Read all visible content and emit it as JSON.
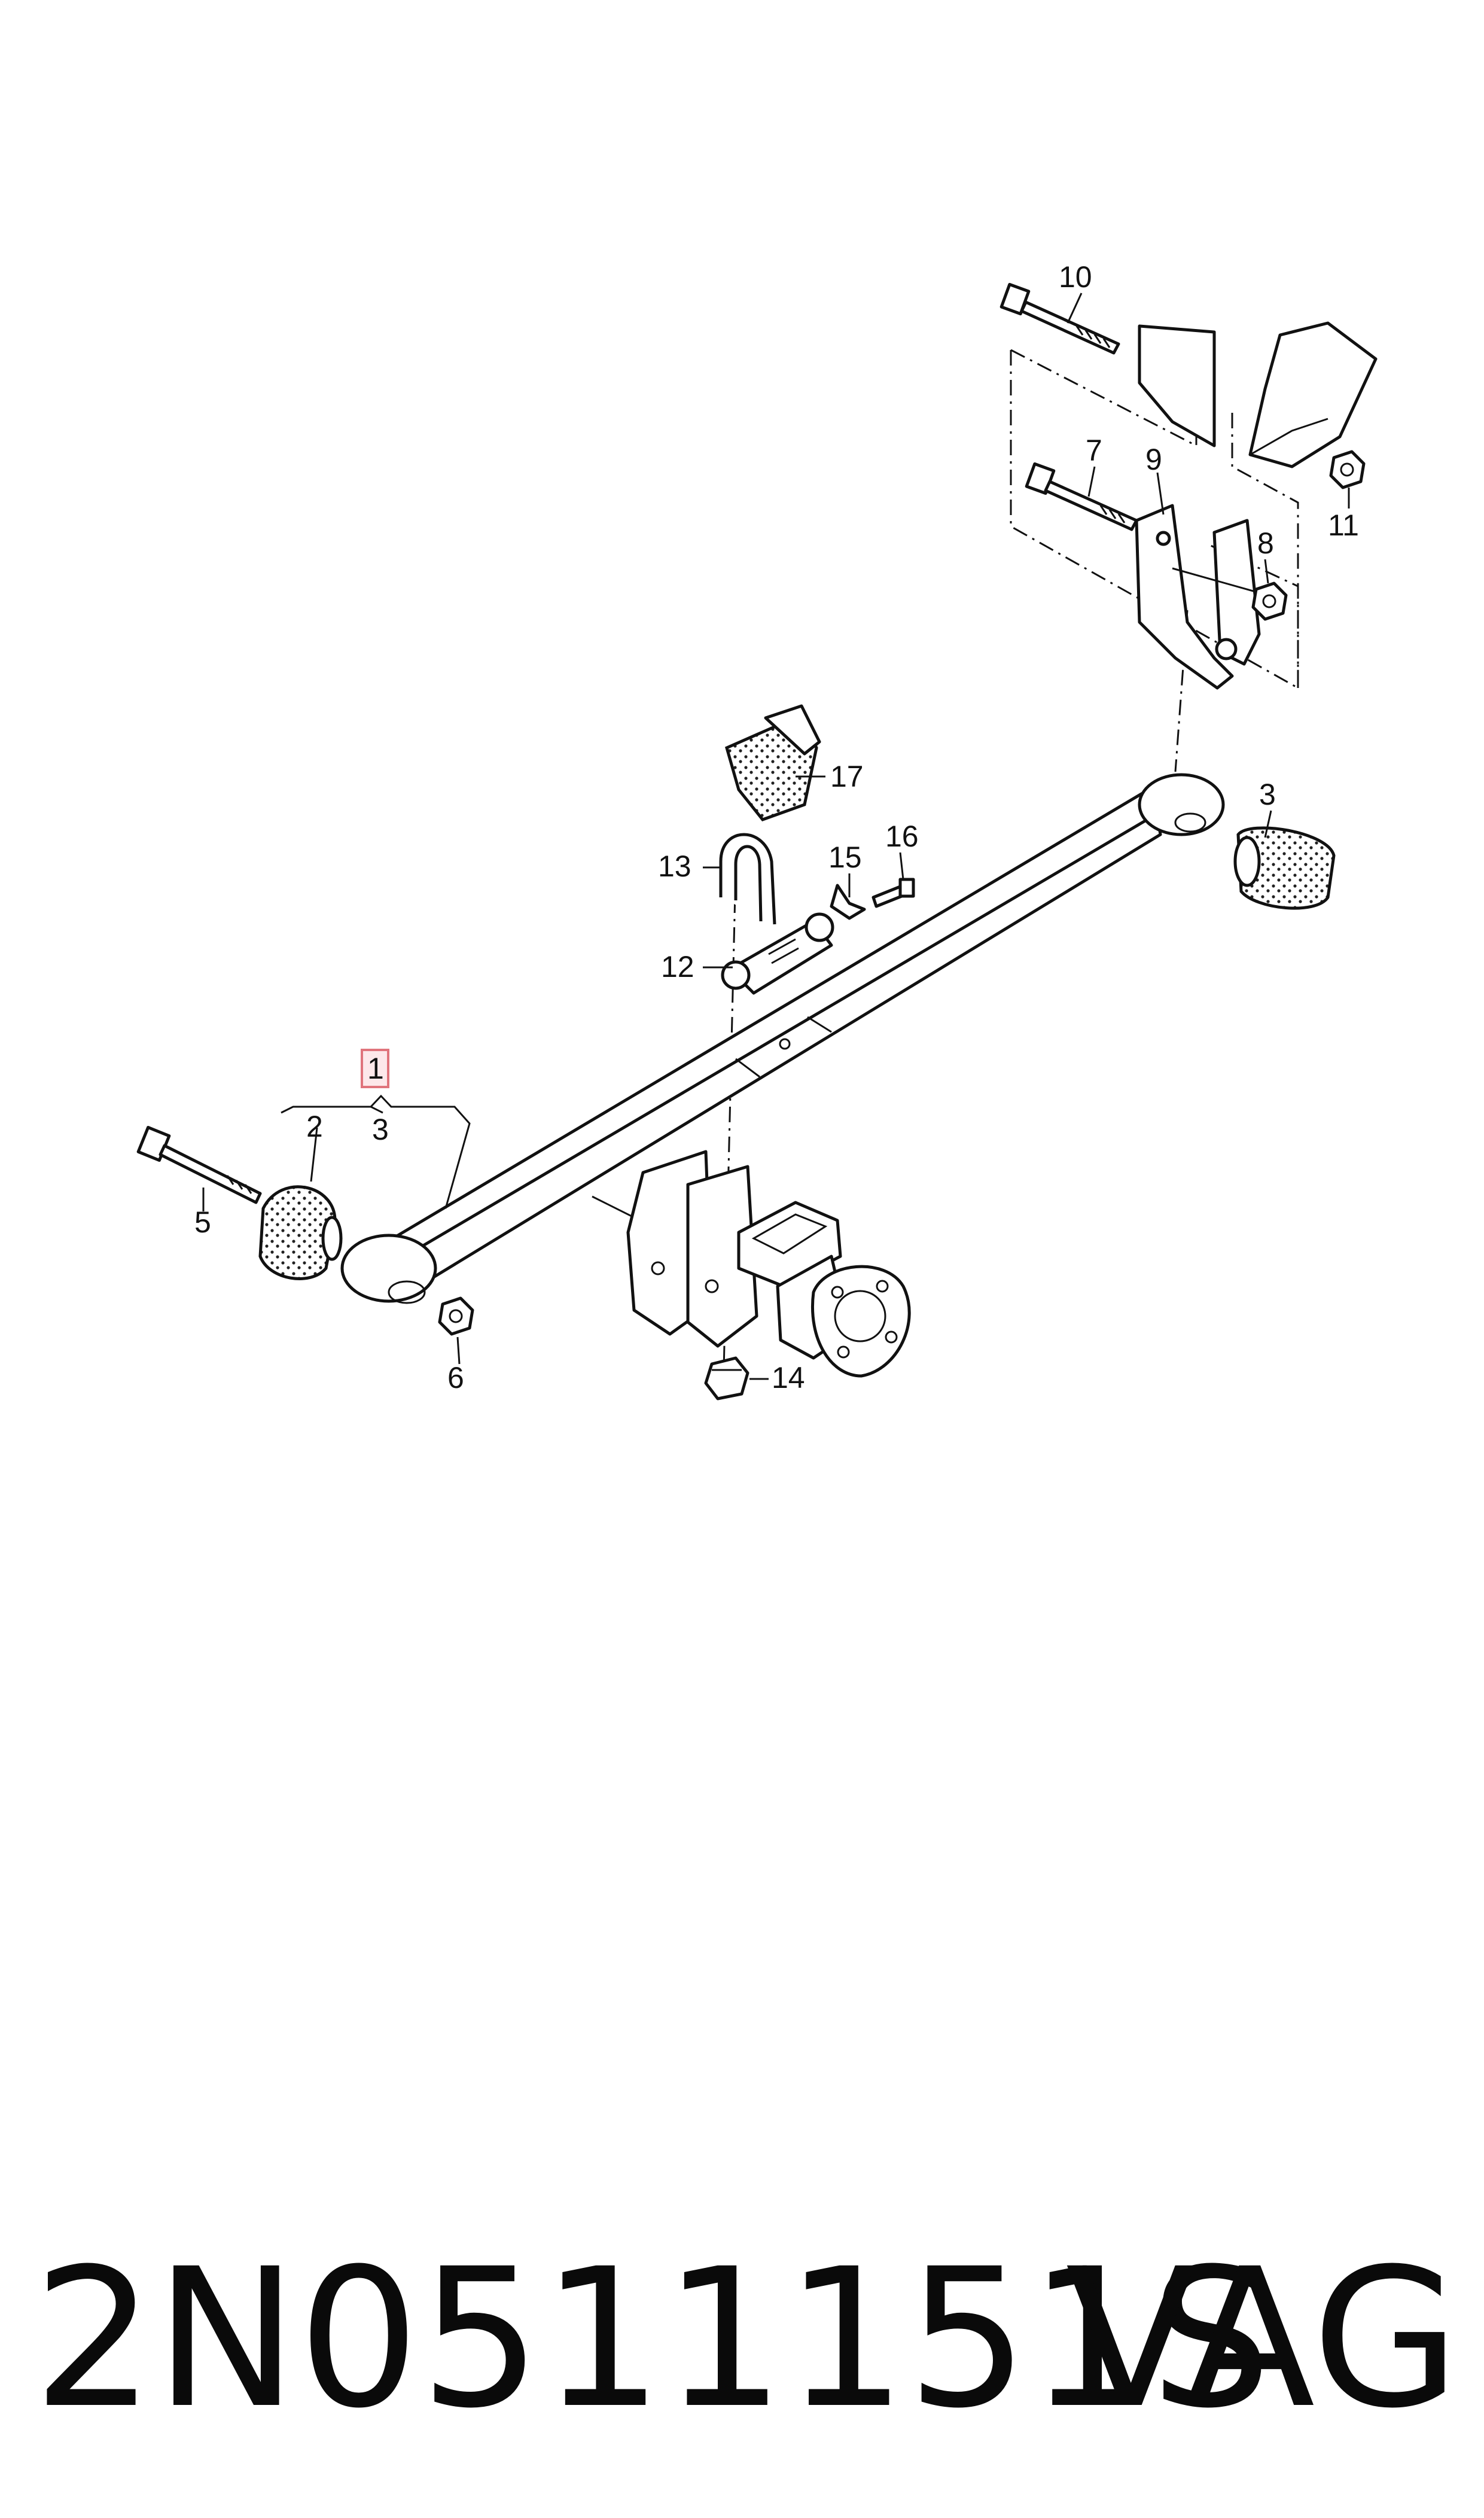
{
  "callouts": {
    "c1": "1",
    "c2": "2",
    "c3a": "3",
    "c3b": "3",
    "c5": "5",
    "c6": "6",
    "c7": "7",
    "c8": "8",
    "c9": "9",
    "c10": "10",
    "c11": "11",
    "c12": "12",
    "c13": "13",
    "c14": "14",
    "c15": "15",
    "c16": "16",
    "c17": "17"
  },
  "highlight_color": "#e0747c",
  "footer": {
    "part_number": "2N0511151S",
    "brand": "VAG"
  }
}
